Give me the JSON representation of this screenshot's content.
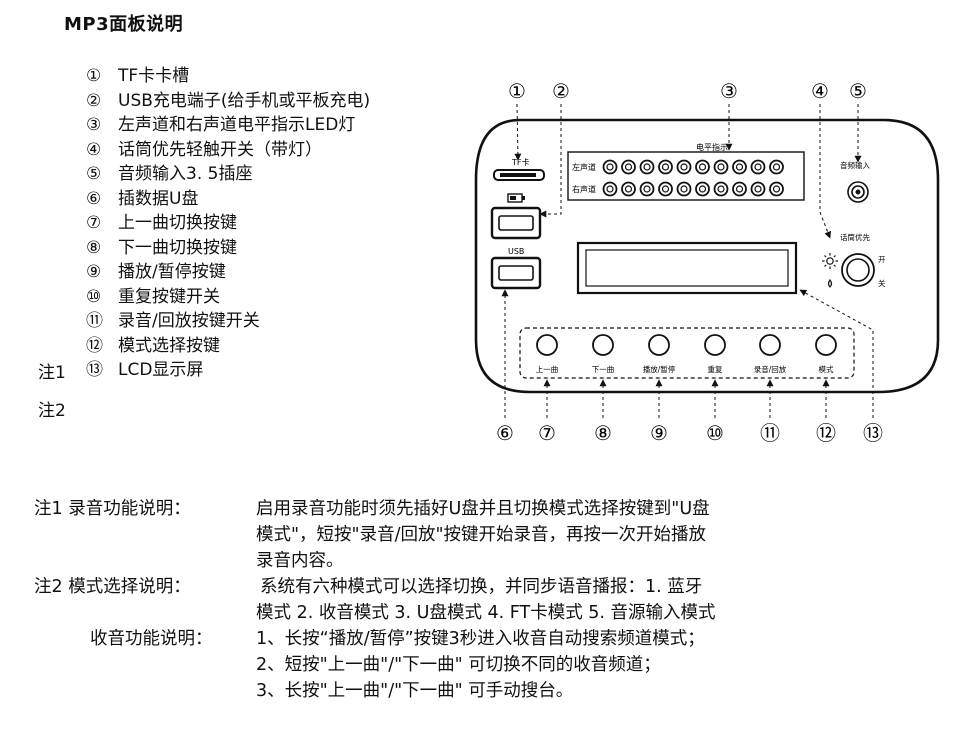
{
  "title": "MP3面板说明",
  "legend": [
    {
      "num": "①",
      "text": "TF卡卡槽"
    },
    {
      "num": "②",
      "text": "USB充电端子(给手机或平板充电)"
    },
    {
      "num": "③",
      "text": "左声道和右声道电平指示LED灯"
    },
    {
      "num": "④",
      "text": "话筒优先轻触开关（带灯）"
    },
    {
      "num": "⑤",
      "text": "音频输入3. 5插座"
    },
    {
      "num": "⑥",
      "text": "插数据U盘"
    },
    {
      "num": "⑦",
      "text": "上一曲切换按键"
    },
    {
      "num": "⑧",
      "text": "下一曲切换按键"
    },
    {
      "num": "⑨",
      "text": "播放/暂停按键"
    },
    {
      "num": "⑩",
      "text": "重复按键开关"
    },
    {
      "num": "⑪",
      "text": "录音/回放按键开关"
    },
    {
      "num": "⑫",
      "text": "模式选择按键"
    },
    {
      "num": "⑬",
      "text": "LCD显示屏"
    }
  ],
  "note_tags": {
    "n1": "注1",
    "n2": "注2"
  },
  "panel": {
    "tf_label": "TF卡",
    "level_title": "电平指示",
    "left_channel": "左声道",
    "right_channel": "右声道",
    "usb_label": "USB",
    "audio_in_label": "音频输入",
    "mic_label": "话筒优先",
    "switch_on": "开",
    "switch_off": "关",
    "buttons": [
      "上一曲",
      "下一曲",
      "播放/暂停",
      "重复",
      "录音/回放",
      "模式"
    ],
    "callouts_top": [
      "①",
      "②",
      "③",
      "④",
      "⑤"
    ],
    "callouts_bottom": [
      "⑥",
      "⑦",
      "⑧",
      "⑨",
      "⑩",
      "⑪",
      "⑫",
      "⑬"
    ],
    "sun_icon": "sun-icon"
  },
  "notes": {
    "n1_label": "注1 录音功能说明：",
    "n1_lines": [
      "启用录音功能时须先插好U盘并且切换模式选择按键到\"U盘",
      "模式\"，短按\"录音/回放\"按键开始录音，再按一次开始播放",
      "录音内容。"
    ],
    "n2_label": "注2 模式选择说明：",
    "n2_lines": [
      "系统有六种模式可以选择切换，并同步语音播报：1. 蓝牙",
      "模式 2. 收音模式 3. U盘模式 4. FT卡模式 5. 音源输入模式"
    ],
    "radio_label": "收音功能说明：",
    "radio_lines": [
      "1、长按“播放/暂停”按键3秒进入收音自动搜索频道模式；",
      "2、短按\"上一曲\"/\"下一曲\" 可切换不同的收音频道；",
      "3、长按\"上一曲\"/\"下一曲\" 可手动搜台。"
    ]
  }
}
